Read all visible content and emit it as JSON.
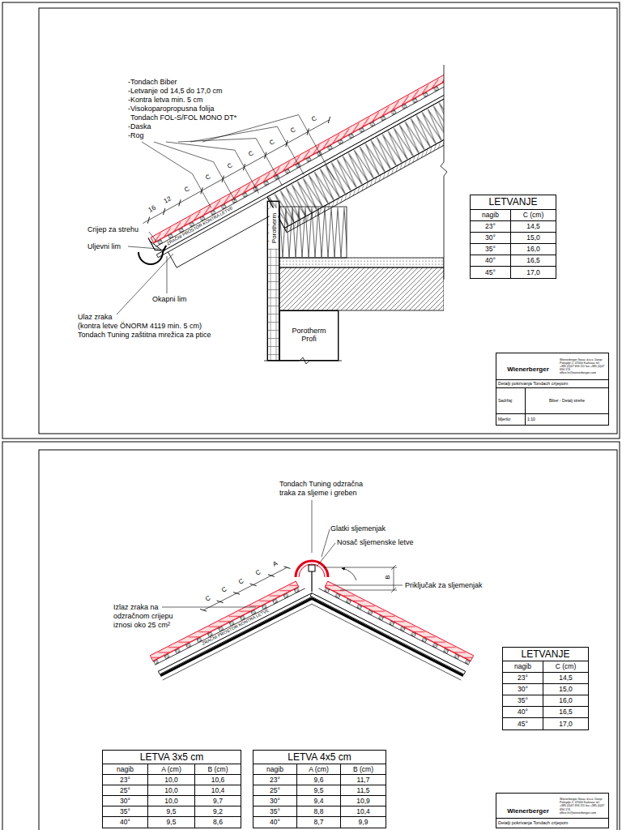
{
  "diagram": {
    "nodes": [
      {
        "text": [
          "LETVANJE",
          "nagib",
          "C (cm)",
          "23°",
          "14,5",
          "30°",
          "15,0",
          "35°",
          "16,0",
          "40°",
          "16,5",
          "45°",
          "17,0"
        ]
      },
      {
        "text": [
          "Porotherm"
        ]
      },
      {
        "text": [
          "Porotherm Profi"
        ]
      },
      {
        "text": [
          "Wienerberger",
          "Wienerberger Ilovac d.o.o. Donje Pokuplje 2, 47000 Karlovac tel. +385 (0)47 694 111 fax +385 (0)47 694 174 office.hr@wienerberger.com",
          "Detalji pokrivanja Tondach crijepom",
          "Sadržaj:",
          "Biber - Detalj strehe",
          "Mjerilo:",
          "1:10"
        ]
      },
      {
        "text": [
          "LETVANJE",
          "nagib",
          "C (cm)",
          "23°",
          "14,5",
          "30°",
          "15,0",
          "35°",
          "16,0",
          "40°",
          "16,5",
          "45°",
          "17,0"
        ]
      },
      {
        "text": [
          "LETVA 3x5 cm",
          "nagib",
          "A (cm)",
          "B (cm)",
          "23°",
          "10,0",
          "10,6",
          "25°",
          "10,0",
          "10,4",
          "30°",
          "10,0",
          "9,7",
          "35°",
          "9,5",
          "9,2",
          "40°",
          "9,5",
          "8,6"
        ]
      },
      {
        "text": [
          "LETVA 4x5 cm",
          "nagib",
          "A (cm)",
          "B (cm)",
          "23°",
          "9,6",
          "11,7",
          "25°",
          "9,5",
          "11,5",
          "30°",
          "9,4",
          "10,9",
          "35°",
          "8,8",
          "10,4",
          "40°",
          "8,7",
          "9,9"
        ]
      },
      {
        "text": [
          "Wienerberger",
          "Wienerberger Ilovac d.o.o. Donje Pokuplje 2, 47000 Karlovac tel. +385 (0)47 694 111 fax +385 (0)47 694 174 office.hr@wienerberger.com",
          "Detalji pokrivanja Tondach crijepom"
        ]
      }
    ],
    "labels": [
      "-Tondach Biber",
      "-Letvanje od 14,5 do 17,0 cm",
      "-Kontra letva min. 5 cm",
      "-Visokoparopropusna folija",
      "Tondach FOL-S/FOL MONO DT*",
      "-Daska",
      "-Rog",
      "Crijep za strehu",
      "Uljevni lim",
      "Okapni lim",
      "Ulaz zraka",
      "(kontra letve ÖNORM 4119 min. 5 cm)",
      "Tondach Tuning zaštitna mrežica za ptice",
      "16",
      "12",
      "C",
      "C",
      "C",
      "C",
      "C",
      "C",
      "C",
      "ZRAČNI PROSTOR KONTRA LETVE",
      "Tondach Tuning odzračna traka za sljeme i greben",
      "Glatki sljemenjak",
      "Nosač sljemenske letve",
      "Priključak za sljemenjak",
      "Izlaz zraka na odzračnom crijepu iznosi oko 25 cm²",
      "C",
      "C",
      "C",
      "C",
      "A",
      "B",
      "ZRAČNI PROSTOR KONTRA LETVE"
    ]
  }
}
